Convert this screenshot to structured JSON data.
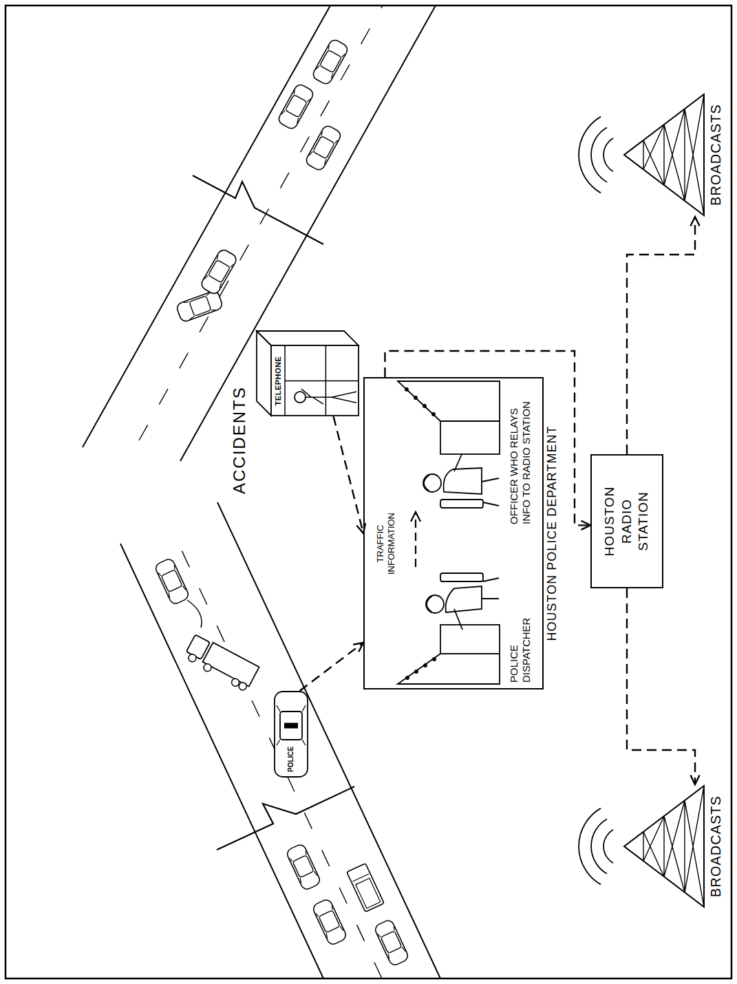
{
  "diagram": {
    "nodes": [
      {
        "text": [
          "POLICE"
        ]
      },
      {
        "text": [
          "TELEPHONE"
        ]
      },
      {
        "text": [
          "HOUSTON POLICE DEPARTMENT"
        ]
      },
      {
        "text": [
          "HOUSTON RADIO STATION"
        ]
      },
      {
        "text": [
          "BROADCASTS"
        ]
      },
      {
        "text": [
          "BROADCASTS"
        ]
      }
    ],
    "edges": [
      {
        "from": 0,
        "to": 2,
        "arrow": "to"
      },
      {
        "from": 1,
        "to": 2,
        "arrow": "to"
      },
      {
        "from": 2,
        "to": 3,
        "arrow": "to"
      },
      {
        "from": 3,
        "to": 4,
        "arrow": "to"
      },
      {
        "from": 3,
        "to": 5,
        "arrow": "to"
      }
    ],
    "labels": [
      "ACCIDENTS",
      "TRAFFIC INFORMATION",
      "POLICE DISPATCHER",
      "OFFICER WHO RELAYS INFO TO RADIO STATION"
    ]
  }
}
